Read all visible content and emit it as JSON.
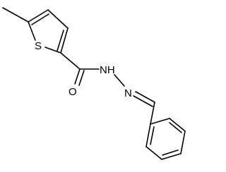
{
  "molecule": {
    "atoms": {
      "sulfur": "S",
      "oxygen": "O",
      "amide_nitrogen": "NH",
      "imine_nitrogen": "N"
    }
  }
}
